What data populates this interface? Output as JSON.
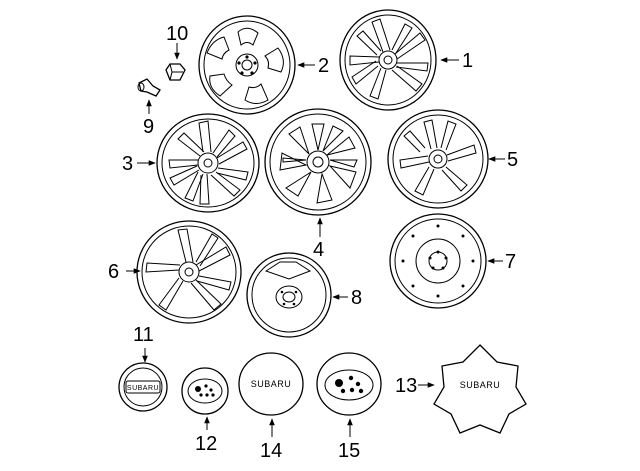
{
  "callouts": {
    "c1": "1",
    "c2": "2",
    "c3": "3",
    "c4": "4",
    "c5": "5",
    "c6": "6",
    "c7": "7",
    "c8": "8",
    "c9": "9",
    "c10": "10",
    "c11": "11",
    "c12": "12",
    "c13": "13",
    "c14": "14",
    "c15": "15"
  },
  "brand_text": {
    "cap11": "SUBARU",
    "cap14": "SUBARU",
    "cap13": "SUBARU"
  }
}
